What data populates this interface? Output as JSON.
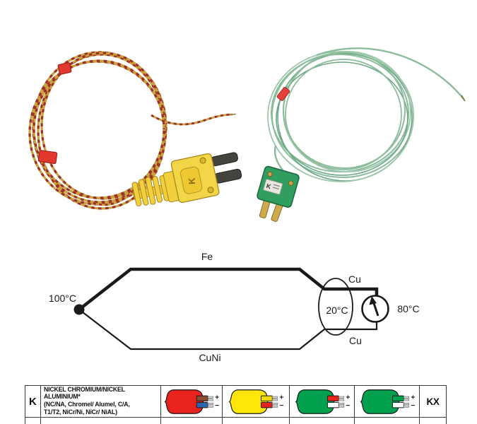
{
  "photos": {
    "left": {
      "connector_label": "K"
    },
    "right": {
      "connector_label": "K"
    }
  },
  "diagram": {
    "top_wire_label": "Fe",
    "bottom_wire_label": "CuNi",
    "left_temp": "100°C",
    "junction_temp": "20°C",
    "right_temp": "80°C",
    "cu_top": "Cu",
    "cu_bottom": "Cu"
  },
  "table": {
    "type_code": "K",
    "name_lines": [
      "NICKEL CHROMIUM/NICKEL",
      "ALUMINIUM*",
      "(NC/NA, Chromel/ Alumel, C/A,",
      "T1/T2, NiCr/Ni, NiCr/ NiAL)"
    ],
    "plus": "+",
    "minus": "−",
    "extension_code": "KX",
    "cables": [
      {
        "name": "red sheath, brown positive, blue negative",
        "sheath": "#e8231e",
        "pos": "#8a4a33",
        "neg": "#2b65b0"
      },
      {
        "name": "yellow sheath, yellow positive, red negative",
        "sheath": "#ffe60a",
        "pos": "#f2d60e",
        "neg": "#e8231e"
      },
      {
        "name": "green sheath, red positive, white negative",
        "sheath": "#00a04c",
        "pos": "#e8231e",
        "neg": "#ffffff"
      },
      {
        "name": "green sheath, green positive, white negative",
        "sheath": "#00a04c",
        "pos": "#00a04c",
        "neg": "#ffffff"
      }
    ]
  }
}
